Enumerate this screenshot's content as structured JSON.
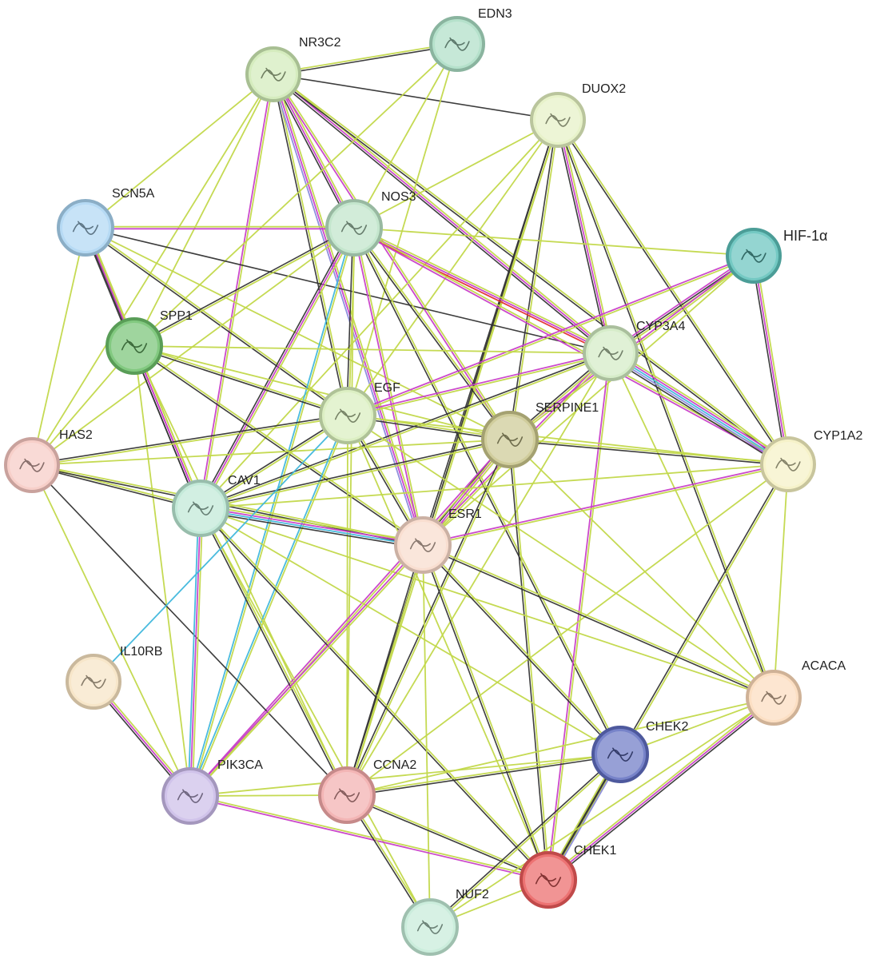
{
  "nodes": [
    {
      "id": "edn3",
      "label": "EDN3",
      "color": "#a8dcc2",
      "icon": "protein-structure-icon"
    },
    {
      "id": "nr3c2",
      "label": "NR3C2",
      "color": "#cde9b3",
      "icon": "protein-structure-icon"
    },
    {
      "id": "duox2",
      "label": "DUOX2",
      "color": "#e3f0c0",
      "icon": "protein-structure-icon"
    },
    {
      "id": "scn5a",
      "label": "SCN5A",
      "color": "#a9d4f2",
      "icon": "protein-structure-icon"
    },
    {
      "id": "nos3",
      "label": "NOS3",
      "color": "#b9e2c4",
      "icon": "protein-structure-icon"
    },
    {
      "id": "hif1a",
      "label": "HIF-1α",
      "color": "#5bbfb8",
      "icon": "protein-structure-icon"
    },
    {
      "id": "spp1",
      "label": "SPP1",
      "color": "#6cbf6a",
      "icon": "protein-structure-icon"
    },
    {
      "id": "cyp3a4",
      "label": "CYP3A4",
      "color": "#cfe9c0",
      "icon": "protein-structure-icon"
    },
    {
      "id": "egf",
      "label": "EGF",
      "color": "#d6ecb8",
      "icon": "protein-structure-icon"
    },
    {
      "id": "serpine1",
      "label": "SERPINE1",
      "color": "#c8c48a",
      "icon": "protein-structure-icon"
    },
    {
      "id": "has2",
      "label": "HAS2",
      "color": "#f5c6c0",
      "icon": "protein-structure-icon"
    },
    {
      "id": "cyp1a2",
      "label": "CYP1A2",
      "color": "#f4f0c0",
      "icon": "protein-structure-icon"
    },
    {
      "id": "cav1",
      "label": "CAV1",
      "color": "#b9e6d2",
      "icon": "protein-structure-icon"
    },
    {
      "id": "esr1",
      "label": "ESR1",
      "color": "#f8d8c8",
      "icon": "protein-structure-icon"
    },
    {
      "id": "il10rb",
      "label": "IL10RB",
      "color": "#f6e2c0",
      "icon": "protein-structure-icon"
    },
    {
      "id": "acaca",
      "label": "ACACA",
      "color": "#fcd9b8",
      "icon": "protein-structure-icon"
    },
    {
      "id": "chek2",
      "label": "CHEK2",
      "color": "#5f6dc0",
      "icon": "protein-structure-icon"
    },
    {
      "id": "pik3ca",
      "label": "PIK3CA",
      "color": "#c8b8e6",
      "icon": "protein-structure-icon"
    },
    {
      "id": "ccna2",
      "label": "CCNA2",
      "color": "#f1a8a8",
      "icon": "protein-structure-icon"
    },
    {
      "id": "chek1",
      "label": "CHEK1",
      "color": "#ea5a5a",
      "icon": "protein-structure-icon"
    },
    {
      "id": "nuf2",
      "label": "NUF2",
      "color": "#c2ead6",
      "icon": "protein-structure-icon"
    }
  ],
  "edge_colors": {
    "textmining": "#c2d84a",
    "coexpression": "#333333",
    "experiments": "#c83fc8",
    "databases": "#3fb7dc",
    "homology": "#8a8adc",
    "fusion": "#e33030"
  },
  "edges": [
    {
      "a": "nr3c2",
      "b": "edn3",
      "types": [
        "textmining",
        "coexpression"
      ]
    },
    {
      "a": "nr3c2",
      "b": "duox2",
      "types": [
        "coexpression"
      ]
    },
    {
      "a": "nr3c2",
      "b": "scn5a",
      "types": [
        "textmining"
      ]
    },
    {
      "a": "nr3c2",
      "b": "nos3",
      "types": [
        "textmining",
        "experiments",
        "coexpression"
      ]
    },
    {
      "a": "nr3c2",
      "b": "cyp3a4",
      "types": [
        "textmining",
        "experiments",
        "coexpression"
      ]
    },
    {
      "a": "nr3c2",
      "b": "egf",
      "types": [
        "textmining",
        "coexpression"
      ]
    },
    {
      "a": "nr3c2",
      "b": "serpine1",
      "types": [
        "textmining",
        "experiments"
      ]
    },
    {
      "a": "nr3c2",
      "b": "cav1",
      "types": [
        "textmining",
        "experiments"
      ]
    },
    {
      "a": "nr3c2",
      "b": "esr1",
      "types": [
        "textmining",
        "experiments",
        "homology"
      ]
    },
    {
      "a": "nr3c2",
      "b": "cyp1a2",
      "types": [
        "textmining",
        "coexpression"
      ]
    },
    {
      "a": "nr3c2",
      "b": "has2",
      "types": [
        "textmining"
      ]
    },
    {
      "a": "nr3c2",
      "b": "spp1",
      "types": [
        "textmining"
      ]
    },
    {
      "a": "edn3",
      "b": "nos3",
      "types": [
        "textmining"
      ]
    },
    {
      "a": "edn3",
      "b": "egf",
      "types": [
        "textmining"
      ]
    },
    {
      "a": "edn3",
      "b": "spp1",
      "types": [
        "textmining"
      ]
    },
    {
      "a": "duox2",
      "b": "nos3",
      "types": [
        "textmining"
      ]
    },
    {
      "a": "duox2",
      "b": "cyp3a4",
      "types": [
        "textmining",
        "experiments",
        "coexpression"
      ]
    },
    {
      "a": "duox2",
      "b": "cyp1a2",
      "types": [
        "textmining",
        "coexpression"
      ]
    },
    {
      "a": "duox2",
      "b": "esr1",
      "types": [
        "textmining",
        "coexpression"
      ]
    },
    {
      "a": "duox2",
      "b": "cav1",
      "types": [
        "textmining"
      ]
    },
    {
      "a": "duox2",
      "b": "serpine1",
      "types": [
        "textmining",
        "coexpression"
      ]
    },
    {
      "a": "duox2",
      "b": "acaca",
      "types": [
        "textmining",
        "coexpression"
      ]
    },
    {
      "a": "duox2",
      "b": "ccna2",
      "types": [
        "textmining",
        "coexpression"
      ]
    },
    {
      "a": "duox2",
      "b": "egf",
      "types": [
        "textmining"
      ]
    },
    {
      "a": "scn5a",
      "b": "nos3",
      "types": [
        "textmining",
        "experiments"
      ]
    },
    {
      "a": "scn5a",
      "b": "spp1",
      "types": [
        "textmining",
        "coexpression"
      ]
    },
    {
      "a": "scn5a",
      "b": "cav1",
      "types": [
        "textmining",
        "experiments",
        "coexpression"
      ]
    },
    {
      "a": "scn5a",
      "b": "has2",
      "types": [
        "textmining"
      ]
    },
    {
      "a": "scn5a",
      "b": "cyp3a4",
      "types": [
        "coexpression"
      ]
    },
    {
      "a": "scn5a",
      "b": "egf",
      "types": [
        "textmining",
        "coexpression"
      ]
    },
    {
      "a": "scn5a",
      "b": "serpine1",
      "types": [
        "textmining"
      ]
    },
    {
      "a": "nos3",
      "b": "cyp3a4",
      "types": [
        "textmining",
        "experiments",
        "fusion"
      ]
    },
    {
      "a": "nos3",
      "b": "hif1a",
      "types": [
        "textmining"
      ]
    },
    {
      "a": "nos3",
      "b": "egf",
      "types": [
        "textmining",
        "coexpression"
      ]
    },
    {
      "a": "nos3",
      "b": "spp1",
      "types": [
        "textmining",
        "coexpression"
      ]
    },
    {
      "a": "nos3",
      "b": "cav1",
      "types": [
        "textmining",
        "experiments",
        "coexpression"
      ]
    },
    {
      "a": "nos3",
      "b": "esr1",
      "types": [
        "textmining",
        "experiments"
      ]
    },
    {
      "a": "nos3",
      "b": "serpine1",
      "types": [
        "textmining",
        "coexpression"
      ]
    },
    {
      "a": "nos3",
      "b": "has2",
      "types": [
        "textmining"
      ]
    },
    {
      "a": "nos3",
      "b": "ccna2",
      "types": [
        "textmining"
      ]
    },
    {
      "a": "nos3",
      "b": "pik3ca",
      "types": [
        "textmining",
        "databases"
      ]
    },
    {
      "a": "nos3",
      "b": "cyp1a2",
      "types": [
        "textmining",
        "experiments"
      ]
    },
    {
      "a": "nos3",
      "b": "chek2",
      "types": [
        "textmining",
        "coexpression"
      ]
    },
    {
      "a": "hif1a",
      "b": "cyp3a4",
      "types": [
        "textmining",
        "coexpression",
        "experiments"
      ]
    },
    {
      "a": "hif1a",
      "b": "cyp1a2",
      "types": [
        "textmining",
        "experiments",
        "coexpression"
      ]
    },
    {
      "a": "hif1a",
      "b": "egf",
      "types": [
        "textmining",
        "experiments"
      ]
    },
    {
      "a": "hif1a",
      "b": "serpine1",
      "types": [
        "textmining",
        "experiments"
      ]
    },
    {
      "a": "hif1a",
      "b": "esr1",
      "types": [
        "textmining"
      ]
    },
    {
      "a": "spp1",
      "b": "cav1",
      "types": [
        "textmining",
        "experiments",
        "coexpression"
      ]
    },
    {
      "a": "spp1",
      "b": "egf",
      "types": [
        "textmining",
        "coexpression"
      ]
    },
    {
      "a": "spp1",
      "b": "esr1",
      "types": [
        "textmining",
        "coexpression"
      ]
    },
    {
      "a": "spp1",
      "b": "serpine1",
      "types": [
        "textmining"
      ]
    },
    {
      "a": "spp1",
      "b": "has2",
      "types": [
        "textmining"
      ]
    },
    {
      "a": "spp1",
      "b": "cyp3a4",
      "types": [
        "textmining"
      ]
    },
    {
      "a": "spp1",
      "b": "ccna2",
      "types": [
        "textmining"
      ]
    },
    {
      "a": "spp1",
      "b": "pik3ca",
      "types": [
        "textmining"
      ]
    },
    {
      "a": "cyp3a4",
      "b": "cyp1a2",
      "types": [
        "textmining",
        "experiments",
        "databases",
        "homology",
        "coexpression"
      ]
    },
    {
      "a": "cyp3a4",
      "b": "esr1",
      "types": [
        "textmining",
        "experiments"
      ]
    },
    {
      "a": "cyp3a4",
      "b": "egf",
      "types": [
        "textmining",
        "experiments"
      ]
    },
    {
      "a": "cyp3a4",
      "b": "serpine1",
      "types": [
        "textmining",
        "coexpression"
      ]
    },
    {
      "a": "cyp3a4",
      "b": "cav1",
      "types": [
        "textmining",
        "coexpression"
      ]
    },
    {
      "a": "cyp3a4",
      "b": "chek1",
      "types": [
        "textmining",
        "experiments"
      ]
    },
    {
      "a": "cyp3a4",
      "b": "acaca",
      "types": [
        "textmining"
      ]
    },
    {
      "a": "cyp3a4",
      "b": "ccna2",
      "types": [
        "textmining"
      ]
    },
    {
      "a": "egf",
      "b": "serpine1",
      "types": [
        "textmining",
        "coexpression"
      ]
    },
    {
      "a": "egf",
      "b": "cav1",
      "types": [
        "textmining",
        "coexpression"
      ]
    },
    {
      "a": "egf",
      "b": "esr1",
      "types": [
        "textmining",
        "coexpression"
      ]
    },
    {
      "a": "egf",
      "b": "has2",
      "types": [
        "textmining",
        "coexpression"
      ]
    },
    {
      "a": "egf",
      "b": "pik3ca",
      "types": [
        "textmining",
        "databases"
      ]
    },
    {
      "a": "egf",
      "b": "ccna2",
      "types": [
        "textmining"
      ]
    },
    {
      "a": "egf",
      "b": "chek1",
      "types": [
        "textmining"
      ]
    },
    {
      "a": "egf",
      "b": "cyp1a2",
      "types": [
        "textmining"
      ]
    },
    {
      "a": "egf",
      "b": "acaca",
      "types": [
        "textmining"
      ]
    },
    {
      "a": "serpine1",
      "b": "esr1",
      "types": [
        "textmining",
        "experiments",
        "coexpression"
      ]
    },
    {
      "a": "serpine1",
      "b": "cav1",
      "types": [
        "textmining",
        "coexpression"
      ]
    },
    {
      "a": "serpine1",
      "b": "cyp1a2",
      "types": [
        "textmining",
        "coexpression"
      ]
    },
    {
      "a": "serpine1",
      "b": "has2",
      "types": [
        "textmining"
      ]
    },
    {
      "a": "serpine1",
      "b": "ccna2",
      "types": [
        "textmining",
        "coexpression"
      ]
    },
    {
      "a": "serpine1",
      "b": "chek1",
      "types": [
        "textmining",
        "coexpression"
      ]
    },
    {
      "a": "serpine1",
      "b": "acaca",
      "types": [
        "textmining"
      ]
    },
    {
      "a": "serpine1",
      "b": "pik3ca",
      "types": [
        "textmining",
        "experiments"
      ]
    },
    {
      "a": "has2",
      "b": "cav1",
      "types": [
        "textmining",
        "coexpression"
      ]
    },
    {
      "a": "has2",
      "b": "esr1",
      "types": [
        "textmining",
        "coexpression"
      ]
    },
    {
      "a": "has2",
      "b": "pik3ca",
      "types": [
        "textmining"
      ]
    },
    {
      "a": "has2",
      "b": "ccna2",
      "types": [
        "coexpression"
      ]
    },
    {
      "a": "cyp1a2",
      "b": "esr1",
      "types": [
        "textmining",
        "experiments"
      ]
    },
    {
      "a": "cyp1a2",
      "b": "cav1",
      "types": [
        "textmining"
      ]
    },
    {
      "a": "cyp1a2",
      "b": "acaca",
      "types": [
        "textmining"
      ]
    },
    {
      "a": "cyp1a2",
      "b": "chek1",
      "types": [
        "textmining",
        "coexpression"
      ]
    },
    {
      "a": "cyp1a2",
      "b": "ccna2",
      "types": [
        "textmining"
      ]
    },
    {
      "a": "cav1",
      "b": "esr1",
      "types": [
        "textmining",
        "experiments",
        "databases",
        "coexpression"
      ]
    },
    {
      "a": "cav1",
      "b": "pik3ca",
      "types": [
        "textmining",
        "experiments",
        "databases"
      ]
    },
    {
      "a": "cav1",
      "b": "ccna2",
      "types": [
        "textmining",
        "coexpression"
      ]
    },
    {
      "a": "cav1",
      "b": "chek1",
      "types": [
        "textmining",
        "coexpression"
      ]
    },
    {
      "a": "cav1",
      "b": "chek2",
      "types": [
        "textmining"
      ]
    },
    {
      "a": "cav1",
      "b": "acaca",
      "types": [
        "textmining"
      ]
    },
    {
      "a": "cav1",
      "b": "nuf2",
      "types": [
        "textmining"
      ]
    },
    {
      "a": "esr1",
      "b": "pik3ca",
      "types": [
        "textmining",
        "experiments"
      ]
    },
    {
      "a": "esr1",
      "b": "ccna2",
      "types": [
        "textmining",
        "coexpression"
      ]
    },
    {
      "a": "esr1",
      "b": "chek1",
      "types": [
        "textmining",
        "coexpression"
      ]
    },
    {
      "a": "esr1",
      "b": "chek2",
      "types": [
        "textmining",
        "coexpression"
      ]
    },
    {
      "a": "esr1",
      "b": "acaca",
      "types": [
        "textmining",
        "coexpression"
      ]
    },
    {
      "a": "esr1",
      "b": "nuf2",
      "types": [
        "textmining"
      ]
    },
    {
      "a": "il10rb",
      "b": "pik3ca",
      "types": [
        "textmining",
        "experiments",
        "coexpression"
      ]
    },
    {
      "a": "il10rb",
      "b": "egf",
      "types": [
        "databases"
      ]
    },
    {
      "a": "pik3ca",
      "b": "ccna2",
      "types": [
        "textmining"
      ]
    },
    {
      "a": "pik3ca",
      "b": "chek1",
      "types": [
        "textmining",
        "experiments"
      ]
    },
    {
      "a": "pik3ca",
      "b": "chek2",
      "types": [
        "textmining"
      ]
    },
    {
      "a": "ccna2",
      "b": "chek1",
      "types": [
        "textmining",
        "coexpression"
      ]
    },
    {
      "a": "ccna2",
      "b": "chek2",
      "types": [
        "textmining",
        "coexpression"
      ]
    },
    {
      "a": "ccna2",
      "b": "nuf2",
      "types": [
        "textmining",
        "coexpression"
      ]
    },
    {
      "a": "ccna2",
      "b": "acaca",
      "types": [
        "textmining"
      ]
    },
    {
      "a": "chek1",
      "b": "chek2",
      "types": [
        "textmining",
        "coexpression",
        "homology"
      ]
    },
    {
      "a": "chek1",
      "b": "acaca",
      "types": [
        "textmining",
        "experiments",
        "coexpression"
      ]
    },
    {
      "a": "chek1",
      "b": "nuf2",
      "types": [
        "textmining"
      ]
    },
    {
      "a": "chek2",
      "b": "nuf2",
      "types": [
        "textmining",
        "coexpression"
      ]
    },
    {
      "a": "chek2",
      "b": "acaca",
      "types": [
        "textmining"
      ]
    },
    {
      "a": "acaca",
      "b": "nuf2",
      "types": [
        "textmining"
      ]
    }
  ]
}
